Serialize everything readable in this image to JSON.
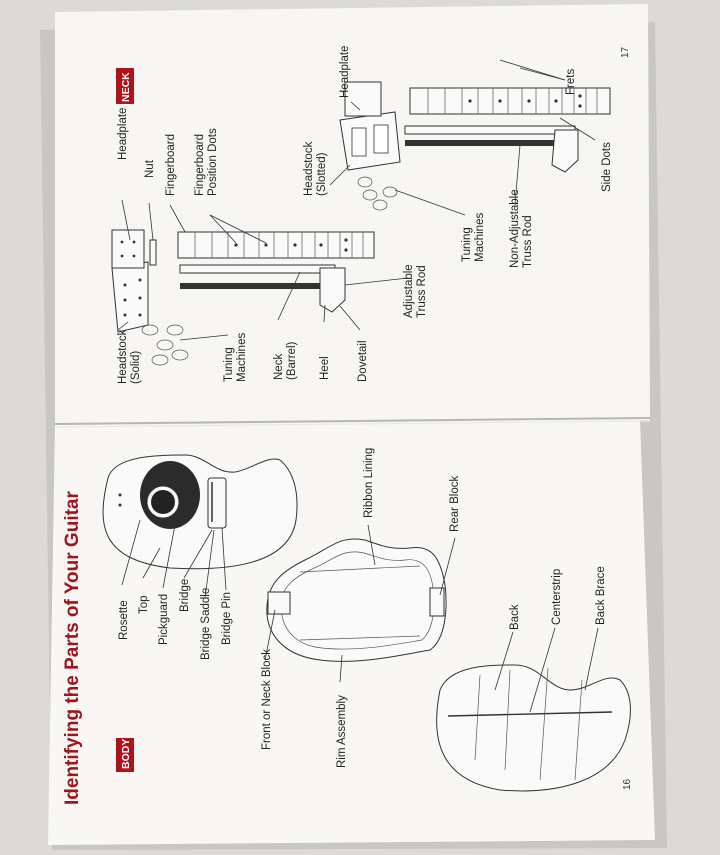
{
  "left_page": {
    "title": "Identifying the Parts of Your Guitar",
    "section_tag": "BODY",
    "page_number": "16",
    "labels": {
      "rosette": "Rosette",
      "top": "Top",
      "pickguard": "Pickguard",
      "bridge": "Bridge",
      "bridge_saddle": "Bridge Saddle",
      "bridge_pin": "Bridge Pin",
      "front_block": "Front or Neck Block",
      "ribbon_lining": "Ribbon Lining",
      "rear_block": "Rear Block",
      "rim_assembly": "Rim Assembly",
      "back": "Back",
      "centerstrip": "Centerstrip",
      "back_brace": "Back Brace"
    }
  },
  "right_page": {
    "section_tag": "NECK",
    "page_number": "17",
    "labels": {
      "headplate_top": "Headplate",
      "nut": "Nut",
      "fingerboard": "Fingerboard",
      "fingerboard_position_dots": [
        "Fingerboard",
        "Position Dots"
      ],
      "headstock_solid": [
        "Headstock",
        "(Solid)"
      ],
      "tuning_machines_top": [
        "Tuning",
        "Machines"
      ],
      "neck_barrel": [
        "Neck",
        "(Barrel)"
      ],
      "heel": "Heel",
      "dovetail": "Dovetail",
      "adjustable_truss_rod": [
        "Adjustable",
        "Truss Rod"
      ],
      "headstock_slotted": [
        "Headstock",
        "(Slotted)"
      ],
      "tuning_machines_bottom": [
        "Tuning",
        "Machines"
      ],
      "non_adjustable_truss_rod": [
        "Non-Adjustable",
        "Truss Rod"
      ],
      "headplate_bottom": "Headplate",
      "frets": "Frets",
      "side_dots": "Side Dots"
    }
  },
  "colors": {
    "title_red": "#a0141c",
    "tag_bg": "#b0121c",
    "paper": "#f7f6f3",
    "table": "#dcdad6"
  }
}
